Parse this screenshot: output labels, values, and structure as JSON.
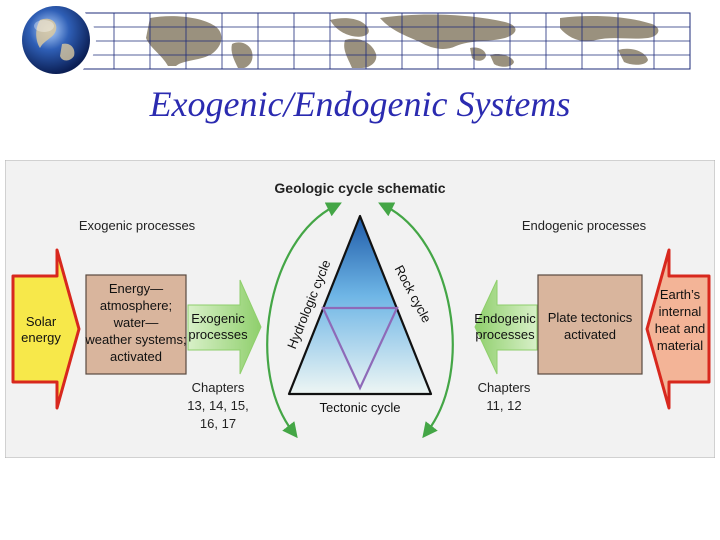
{
  "slide": {
    "title": "Exogenic/Endogenic Systems"
  },
  "banner": {
    "globe_icon": "globe-icon",
    "map_icon": "world-map-grid"
  },
  "figure": {
    "title": "Geologic cycle schematic",
    "exogenic_heading": "Exogenic processes",
    "endogenic_heading": "Endogenic processes",
    "solar_arrow": [
      "Solar",
      "energy"
    ],
    "exogenic_box": [
      "Energy—",
      "atmosphere;",
      "water—",
      "weather systems;",
      "activated"
    ],
    "exogenic_arrow": [
      "Exogenic",
      "processes"
    ],
    "exogenic_chapters": [
      "Chapters",
      "13, 14, 15,",
      "16, 17"
    ],
    "triangle": {
      "left_label": "Hydrologic cycle",
      "right_label": "Rock cycle",
      "bottom_label": "Tectonic cycle"
    },
    "endogenic_arrow": [
      "Endogenic",
      "processes"
    ],
    "endogenic_box": [
      "Plate tectonics",
      "activated"
    ],
    "endogenic_chapters": [
      "Chapters",
      "11, 12"
    ],
    "earth_arrow": [
      "Earth’s",
      "internal",
      "heat and",
      "material"
    ],
    "colors": {
      "title_blue": "#2b2bb0",
      "panel": "#f2f2f2",
      "solar_fill": "#f7e84a",
      "solar_border": "#d8281e",
      "box_fill": "#d9b59d",
      "green_arrow": "#a8d88c",
      "earth_fill": "#f3b497",
      "cycle_arrow": "#44a646",
      "triangle_top": "#1e5aa8",
      "inner_triangle": "#8e6ab8"
    }
  }
}
